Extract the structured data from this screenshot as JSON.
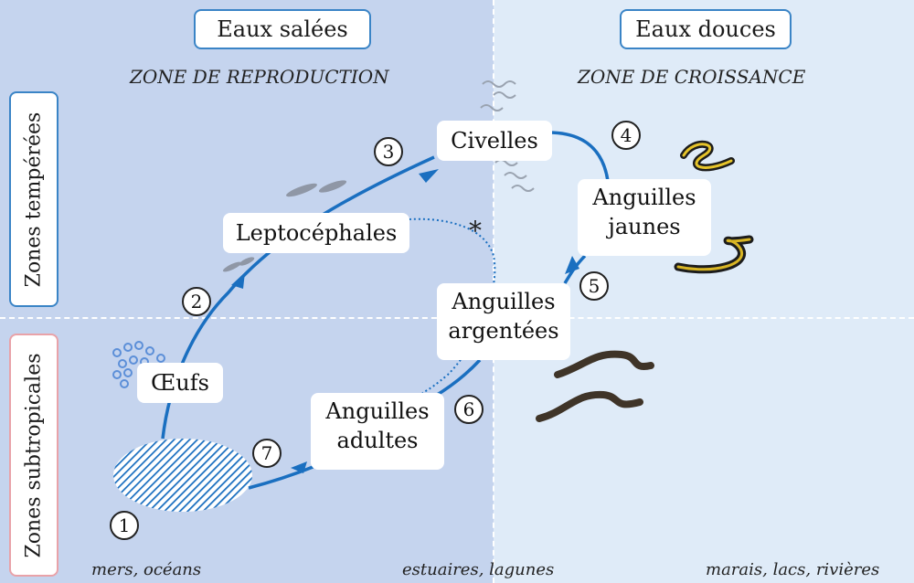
{
  "headers": {
    "salt_water": "Eaux salées",
    "fresh_water": "Eaux douces"
  },
  "zones": {
    "reproduction": "ZONE DE REPRODUCTION",
    "croissance": "ZONE DE CROISSANCE"
  },
  "side_labels": {
    "temperate": "Zones tempérées",
    "subtropical": "Zones subtropicales"
  },
  "stages": {
    "civelles": "Civelles",
    "leptocephales": "Leptocéphales",
    "oeufs": "Œufs",
    "jaunes_line1": "Anguilles",
    "jaunes_line2": "jaunes",
    "argentees_line1": "Anguilles",
    "argentees_line2": "argentées",
    "adultes_line1": "Anguilles",
    "adultes_line2": "adultes"
  },
  "step_numbers": [
    "1",
    "2",
    "3",
    "4",
    "5",
    "6",
    "7"
  ],
  "asterisk": "*",
  "habitats": {
    "mers": "mers, océans",
    "estuaires": "estuaires, lagunes",
    "marais": "marais, lacs, rivières"
  },
  "colors": {
    "salt_bg": "#c5d4ee",
    "fresh_bg": "#dfebf8",
    "arrow": "#1a6fc0",
    "temperate_border": "#3a84c6",
    "subtropical_border": "#e9a2a8"
  }
}
